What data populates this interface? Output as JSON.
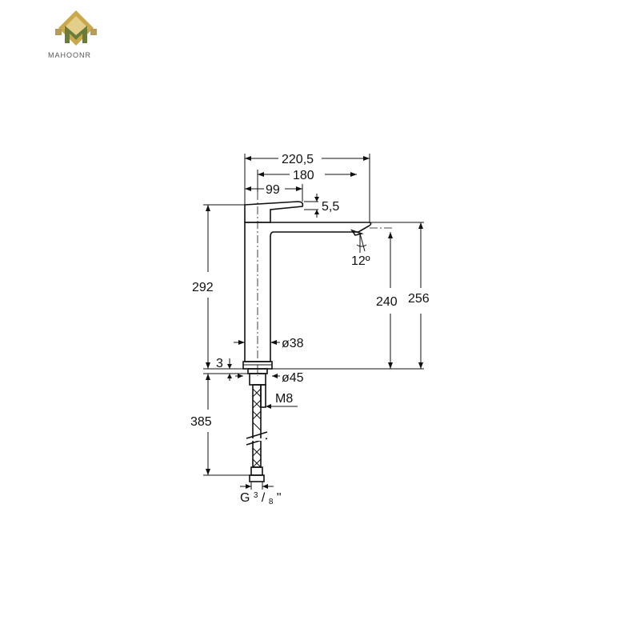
{
  "logo": {
    "icon": "diamond-m-logo",
    "text": "MAHOONR",
    "colors": {
      "gold": "#c9a94b",
      "green": "#6a7b3a",
      "tan": "#b89a5a"
    }
  },
  "dimensions": {
    "overall_reach": "220,5",
    "spout_reach": "180",
    "handle_length": "99",
    "handle_height": "5,5",
    "spout_angle": "12º",
    "total_height": "292",
    "outlet_height": "240",
    "spout_height": "256",
    "body_diameter": "ø38",
    "base_diameter": "ø45",
    "base_thickness": "3",
    "thread": "M8",
    "hose_length": "385",
    "hose_connection_prefix": "G",
    "hose_connection_fraction_num": "3",
    "hose_connection_fraction_den": "8",
    "hose_connection_suffix": "\""
  }
}
